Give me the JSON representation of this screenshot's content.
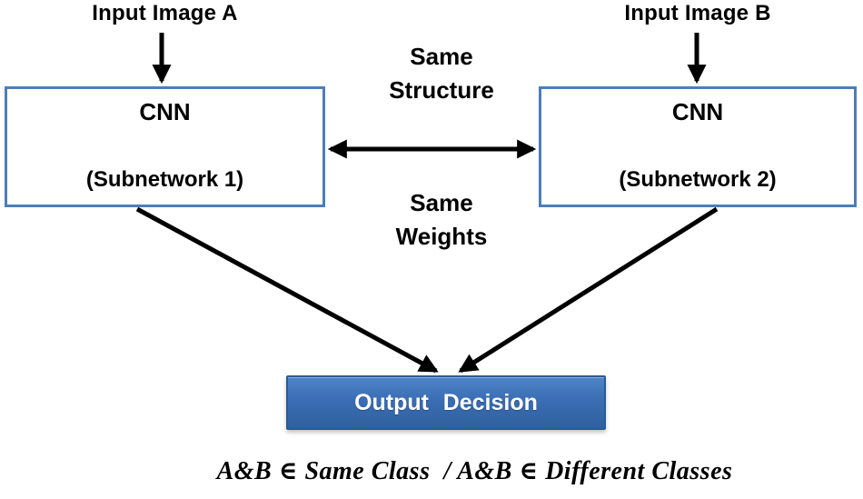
{
  "labels": {
    "input_a": "Input Image A",
    "input_b": "Input Image B"
  },
  "boxes": {
    "subnet1": {
      "line1": "CNN",
      "line2": "(Subnetwork 1)"
    },
    "subnet2": {
      "line1": "CNN",
      "line2": "(Subnetwork 2)"
    }
  },
  "middle": {
    "same_structure": {
      "line1": "Same",
      "line2": "Structure"
    },
    "same_weights": {
      "line1": "Same",
      "line2": "Weights"
    }
  },
  "output": {
    "label": "Output Decision"
  },
  "footer": {
    "formula": "A&B ∈ Same Class  / A&B ∈ Different Classes"
  },
  "icons": {
    "arrow_down_a": "down-arrow",
    "arrow_down_b": "down-arrow",
    "double_arrow": "left-right-arrow",
    "diag_left": "down-right-arrow",
    "diag_right": "down-left-arrow"
  },
  "colors": {
    "background": "#ffffff",
    "text": "#000000",
    "arrow": "#000000",
    "box_border": "#4a7ebb",
    "output_top": "#4f85c8",
    "output_bottom": "#2f619f",
    "output_border": "#2a5a96",
    "output_text": "#ffffff"
  }
}
